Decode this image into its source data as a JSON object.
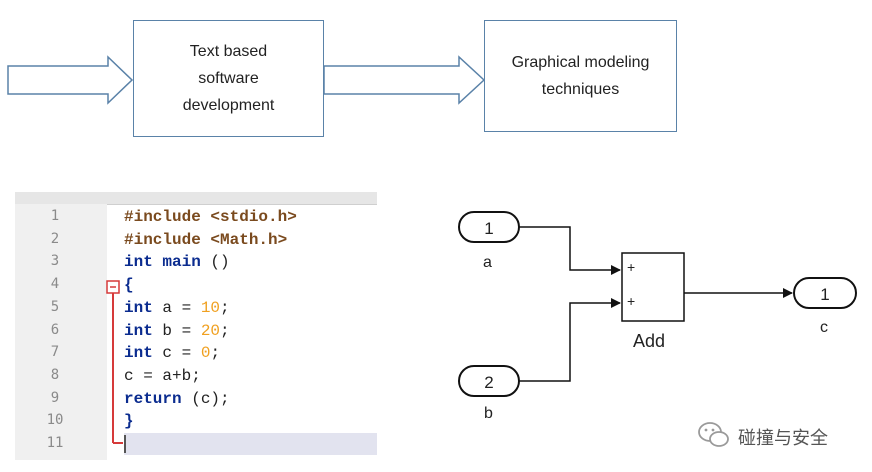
{
  "flow": {
    "text_box": "Text based\nsoftware\ndevelopment",
    "graph_box": "Graphical modeling\ntechniques"
  },
  "code": {
    "lines": [
      {
        "n": "1",
        "text": "#include <stdio.h>"
      },
      {
        "n": "2",
        "text": "#include <Math.h>"
      },
      {
        "n": "3",
        "text": "int main ()"
      },
      {
        "n": "4",
        "text": "{"
      },
      {
        "n": "5",
        "text": "int a = 10;"
      },
      {
        "n": "6",
        "text": "int b = 20;"
      },
      {
        "n": "7",
        "text": "int c = 0;"
      },
      {
        "n": "8",
        "text": "c = a+b;"
      },
      {
        "n": "9",
        "text": "return (c);"
      },
      {
        "n": "10",
        "text": "}"
      },
      {
        "n": "11",
        "text": ""
      }
    ]
  },
  "model": {
    "in1_port": "1",
    "in1_name": "a",
    "in2_port": "2",
    "in2_name": "b",
    "add_plus1": "+",
    "add_plus2": "+",
    "add_name": "Add",
    "out_port": "1",
    "out_name": "c"
  },
  "watermark": "碰撞与安全",
  "colors": {
    "box_border": "#5a82a8",
    "fold_marker": "#d63a3a",
    "keyword": "#0b2c8f",
    "number": "#f0a020",
    "include": "#7a4a1e"
  }
}
